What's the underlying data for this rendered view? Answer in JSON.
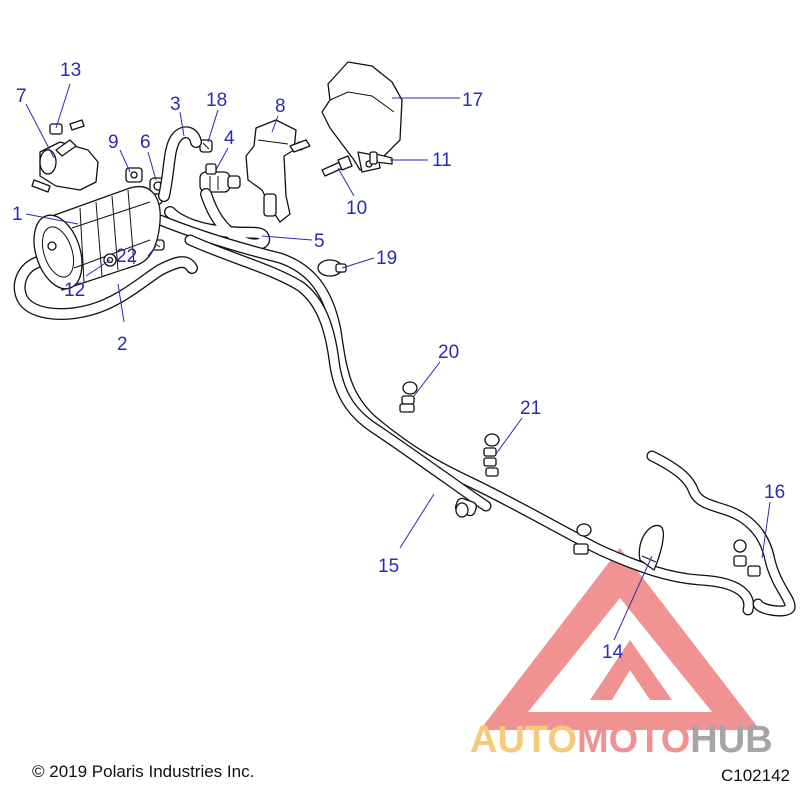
{
  "footer": {
    "copyright": "© 2019 Polaris Industries Inc.",
    "diagram_id": "C102142"
  },
  "watermark": {
    "part1": "AUTO",
    "part2": "MOTO",
    "part3": "HUB",
    "colors": {
      "triangle": "#e84b4b",
      "auto": "#f5a623",
      "moto": "#e84b4b",
      "hub": "#6b6b6b"
    }
  },
  "callout_color": "#2a2ab8",
  "callouts": [
    {
      "id": "1",
      "label": "1"
    },
    {
      "id": "2",
      "label": "2"
    },
    {
      "id": "3",
      "label": "3"
    },
    {
      "id": "4",
      "label": "4"
    },
    {
      "id": "5",
      "label": "5"
    },
    {
      "id": "6",
      "label": "6"
    },
    {
      "id": "7",
      "label": "7"
    },
    {
      "id": "8",
      "label": "8"
    },
    {
      "id": "9",
      "label": "9"
    },
    {
      "id": "10",
      "label": "10"
    },
    {
      "id": "11",
      "label": "11"
    },
    {
      "id": "12",
      "label": "12"
    },
    {
      "id": "13",
      "label": "13"
    },
    {
      "id": "14",
      "label": "14"
    },
    {
      "id": "15",
      "label": "15"
    },
    {
      "id": "16",
      "label": "16"
    },
    {
      "id": "17",
      "label": "17"
    },
    {
      "id": "18",
      "label": "18"
    },
    {
      "id": "19",
      "label": "19"
    },
    {
      "id": "20",
      "label": "20"
    },
    {
      "id": "21",
      "label": "21"
    },
    {
      "id": "22",
      "label": "22"
    }
  ]
}
